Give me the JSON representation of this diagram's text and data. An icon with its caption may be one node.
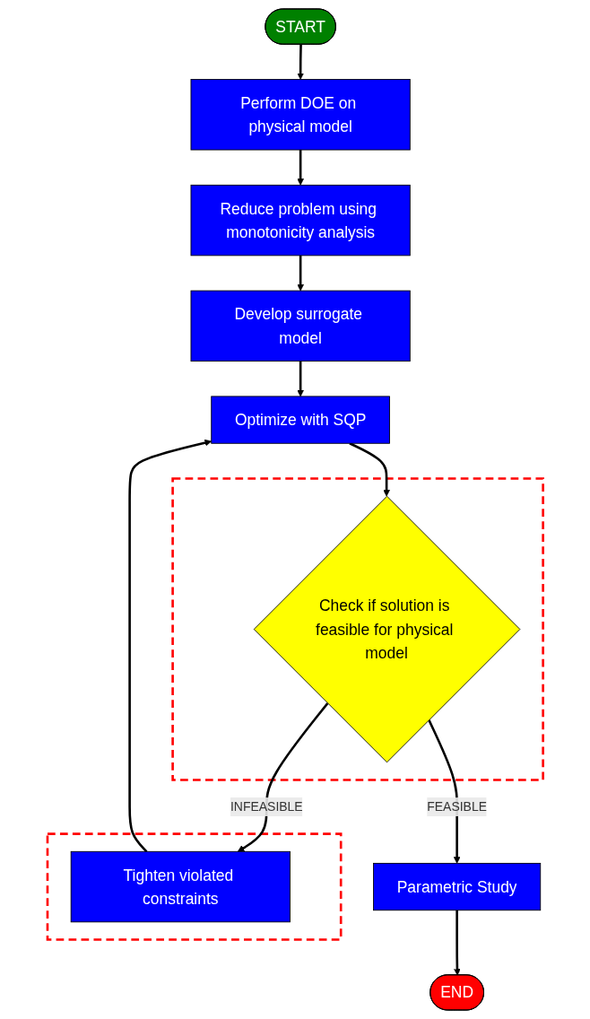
{
  "diagram": {
    "nodes": [
      {
        "text": [
          "START"
        ]
      },
      {
        "text": [
          "Perform DOE on physical model"
        ]
      },
      {
        "text": [
          "Reduce problem using monotonicity analysis"
        ]
      },
      {
        "text": [
          "Develop surrogate model"
        ]
      },
      {
        "text": [
          "Optimize with SQP"
        ]
      },
      {
        "text": [],
        "shape": "box"
      },
      {
        "text": [
          "Check if solution is feasible for physical model"
        ],
        "in": 5
      },
      {
        "text": [],
        "shape": "box"
      },
      {
        "text": [
          "Tighten violated constraints"
        ],
        "in": 7
      },
      {
        "text": [
          "Parametric Study"
        ]
      },
      {
        "text": [
          "END"
        ]
      }
    ],
    "edges": [
      {
        "from": 0,
        "to": 1,
        "arrow": "to"
      },
      {
        "from": 1,
        "to": 2,
        "arrow": "to"
      },
      {
        "from": 2,
        "to": 3,
        "arrow": "to"
      },
      {
        "from": 3,
        "to": 4,
        "arrow": "to"
      },
      {
        "from": 4,
        "to": 6,
        "arrow": "to"
      },
      {
        "from": 6,
        "to": 8,
        "arrow": "to",
        "label": "INFEASIBLE"
      },
      {
        "from": 8,
        "to": 4,
        "arrow": "to"
      },
      {
        "from": 6,
        "to": 9,
        "arrow": "to",
        "label": "FEASIBLE"
      },
      {
        "from": 9,
        "to": 10,
        "arrow": "to"
      }
    ]
  }
}
